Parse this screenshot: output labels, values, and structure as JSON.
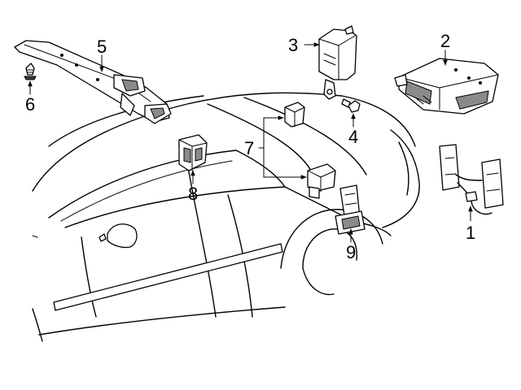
{
  "callouts": [
    {
      "id": "1",
      "label": "1"
    },
    {
      "id": "2",
      "label": "2"
    },
    {
      "id": "3",
      "label": "3"
    },
    {
      "id": "4",
      "label": "4"
    },
    {
      "id": "5",
      "label": "5"
    },
    {
      "id": "6",
      "label": "6"
    },
    {
      "id": "7",
      "label": "7"
    },
    {
      "id": "8",
      "label": "8"
    },
    {
      "id": "9",
      "label": "9"
    }
  ],
  "colors": {
    "line": "#000000",
    "background": "#ffffff",
    "shade": "#8a8a8a"
  }
}
